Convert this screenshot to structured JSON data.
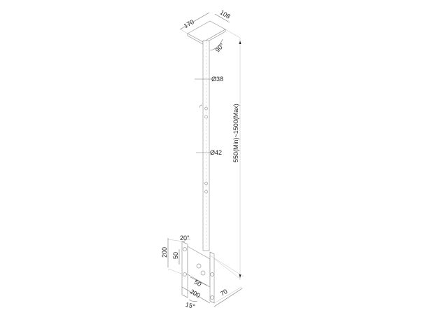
{
  "drawing": {
    "ceiling_plate_width": "170",
    "ceiling_plate_depth": "108",
    "swivel_angle": "90°",
    "inner_tube_diameter": "Ø38",
    "outer_tube_diameter": "Ø42",
    "height_range": "550(Min)~1500(Max)",
    "tilt_angle": "20°",
    "vesa_height": "200",
    "bracket_hole_spacing_vertical": "50",
    "bracket_hole_spacing_horizontal": "50",
    "vesa_width": "200",
    "bracket_depth": "70",
    "tilt_down_angle": "15°"
  }
}
